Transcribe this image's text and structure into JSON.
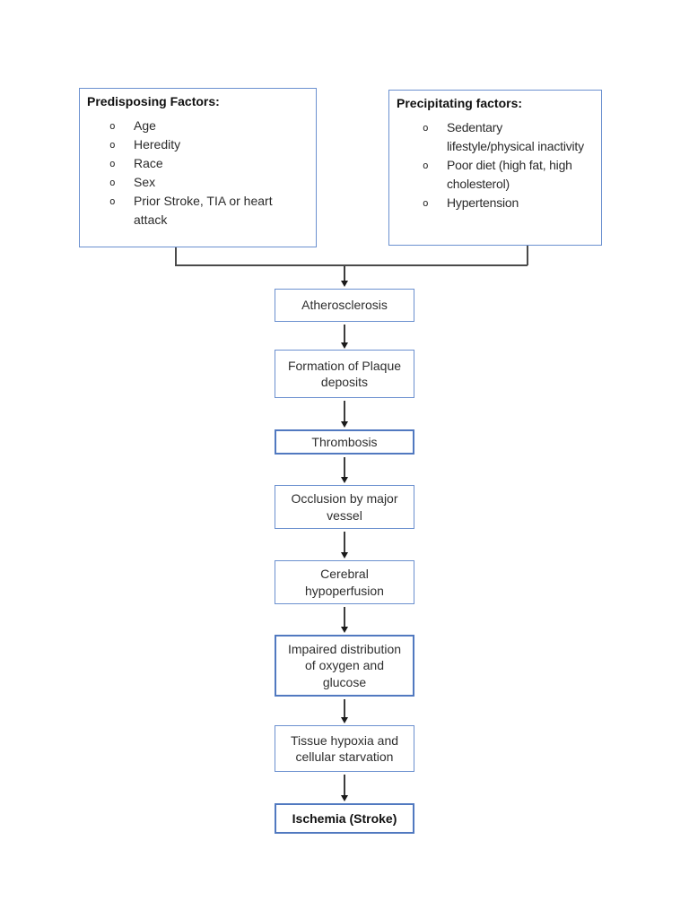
{
  "ui": {
    "list_bullet": "o"
  },
  "colors": {
    "box_border": "#6b90cf",
    "box_border_strong": "#5179c0",
    "connector": "#404040",
    "arrowhead": "#1a1a1a",
    "text": "#262626",
    "background": "#ffffff"
  },
  "predisposing_box": {
    "title": "Predisposing Factors:",
    "items": [
      "Age",
      "Heredity",
      "Race",
      "Sex",
      "Prior Stroke, TIA or heart\nattack"
    ]
  },
  "precipitating_box": {
    "title": "Precipitating factors:",
    "items": [
      "Sedentary\nlifestyle/physical inactivity",
      "Poor diet (high fat, high\ncholesterol)",
      "Hypertension"
    ]
  },
  "flow": {
    "steps": [
      {
        "label": "Atherosclerosis"
      },
      {
        "label": "Formation of Plaque\ndeposits"
      },
      {
        "label": "Thrombosis"
      },
      {
        "label": "Occlusion by major\nvessel"
      },
      {
        "label": "Cerebral\nhypoperfusion"
      },
      {
        "label": "Impaired distribution\nof oxygen and\nglucose"
      },
      {
        "label": "Tissue hypoxia and\ncellular starvation"
      },
      {
        "label": "Ischemia (Stroke)"
      }
    ]
  }
}
